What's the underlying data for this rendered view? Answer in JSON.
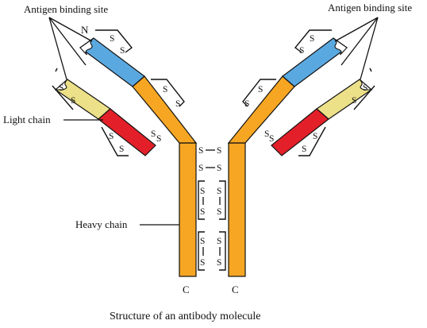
{
  "labels": {
    "antigen_left": "Antigen binding site",
    "antigen_right": "Antigen binding site",
    "light_chain": "Light chain",
    "heavy_chain": "Heavy chain",
    "n_terminus": "N",
    "c_left": "C",
    "c_right": "C",
    "caption": "Structure of an antibody molecule",
    "disulfide": "S",
    "disulfide_bond": "S–S"
  },
  "colors": {
    "heavy_chain": "#F6A623",
    "light_variable": "#5AA8E0",
    "light_constant": "#ECE088",
    "heavy_red": "#E3202A",
    "outline": "#111111"
  }
}
